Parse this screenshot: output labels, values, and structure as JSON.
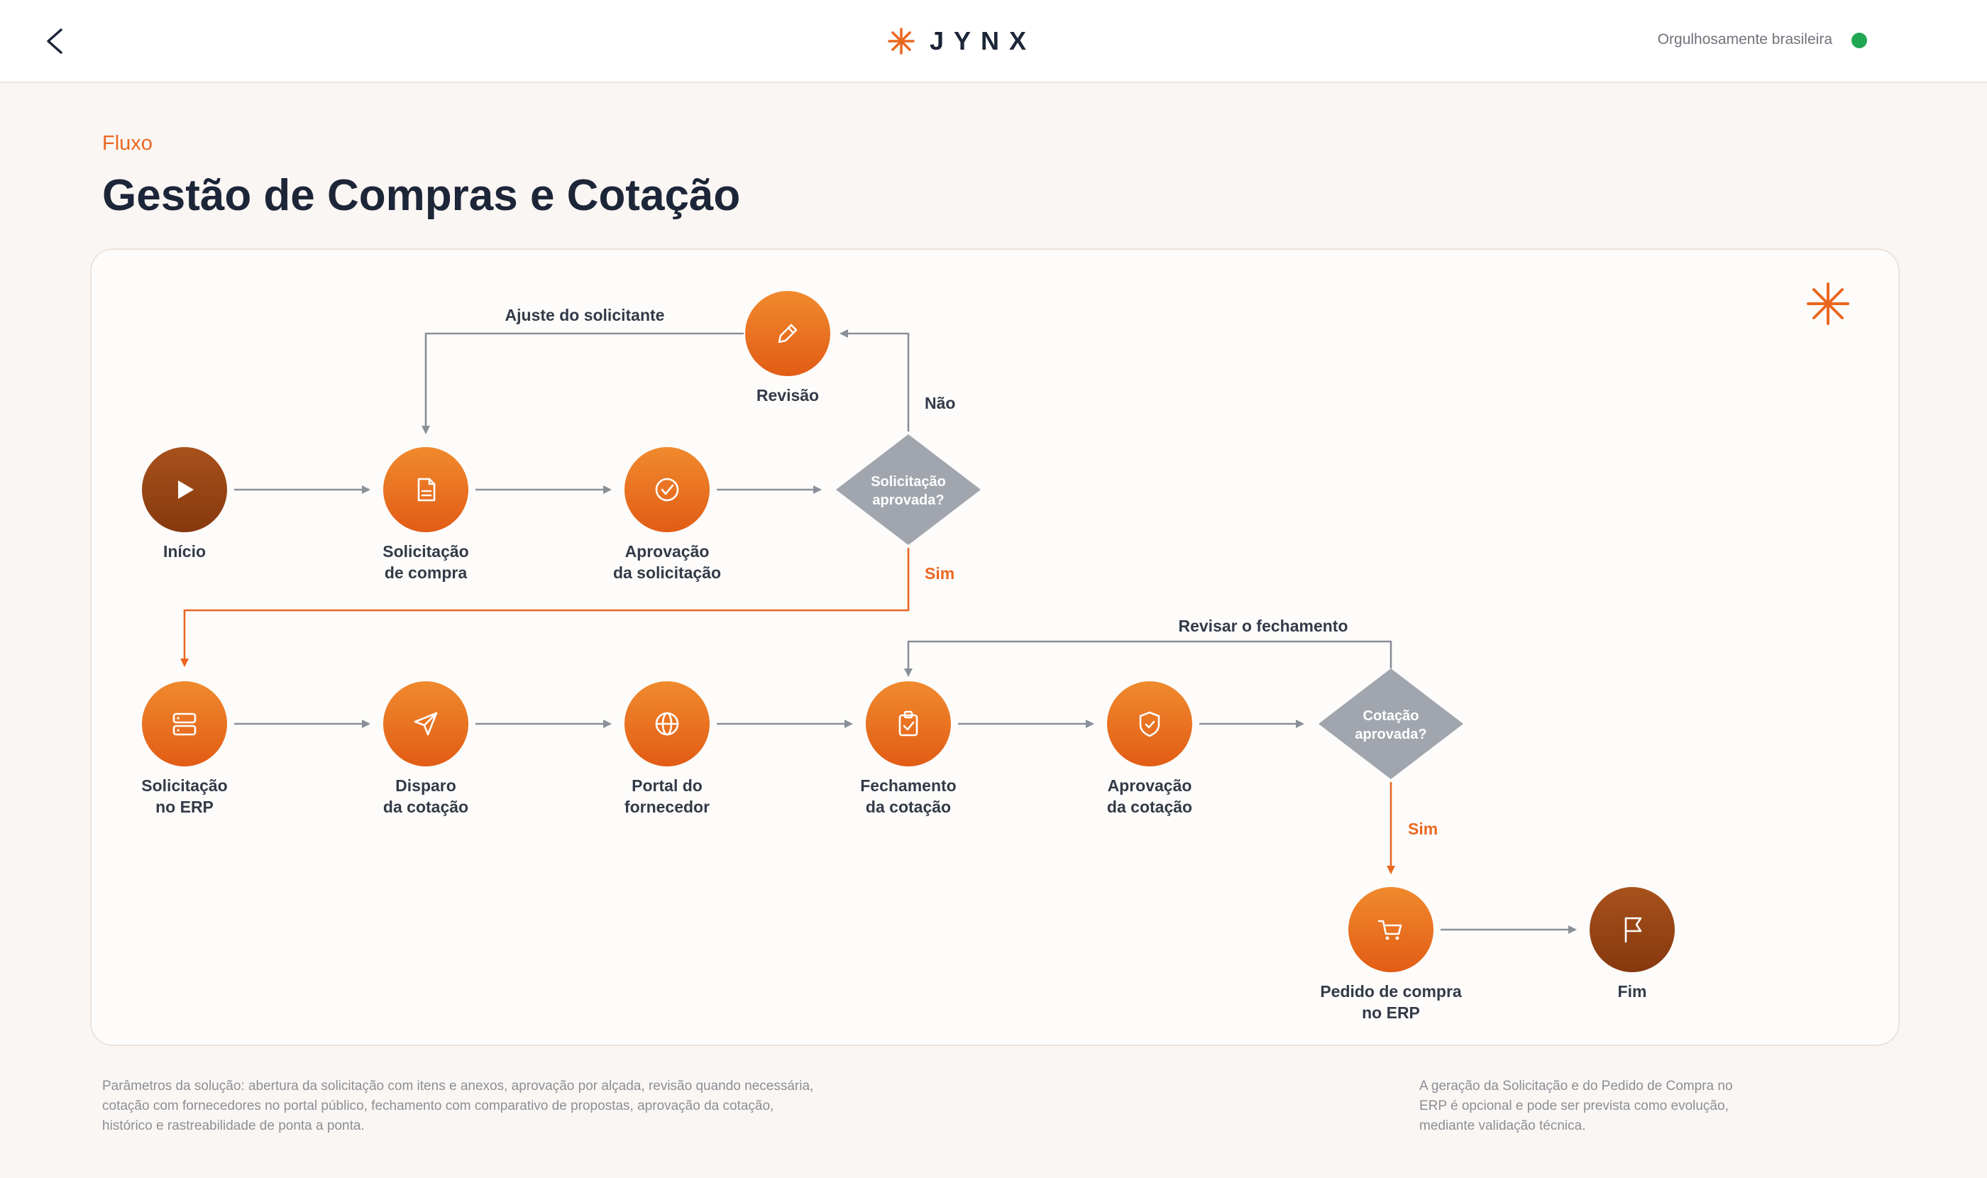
{
  "header": {
    "brand_name": "JYNX",
    "brand_icon": "asterisk-icon",
    "back_icon": "chevron-left-icon",
    "tagline": "Orgulhosamente brasileira",
    "status_color": "#21a651"
  },
  "page": {
    "eyebrow": "Fluxo",
    "title": "Gestão de Compras e Cotação"
  },
  "colors": {
    "accent": "#ea6720",
    "node_orange": "#ee7a24",
    "node_dark": "#9a4514",
    "decision": "#a1a5ad",
    "arrow": "#8a8f98"
  },
  "diagram": {
    "nodes": [
      {
        "id": "inicio",
        "kind": "start",
        "icon": "play-icon",
        "lines": [
          "Início"
        ]
      },
      {
        "id": "solicitacao",
        "kind": "process",
        "icon": "document-icon",
        "lines": [
          "Solicitação",
          "de compra"
        ]
      },
      {
        "id": "aprovacao_sol",
        "kind": "process",
        "icon": "check-circle-icon",
        "lines": [
          "Aprovação",
          "da solicitação"
        ]
      },
      {
        "id": "dec1",
        "kind": "decision",
        "lines": [
          "Solicitação",
          "aprovada?"
        ]
      },
      {
        "id": "revisao",
        "kind": "process",
        "icon": "pencil-icon",
        "lines": [
          "Revisão"
        ]
      },
      {
        "id": "erp",
        "kind": "process",
        "icon": "server-icon",
        "lines": [
          "Solicitação",
          "no ERP"
        ]
      },
      {
        "id": "disparo",
        "kind": "process",
        "icon": "send-icon",
        "lines": [
          "Disparo",
          "da cotação"
        ]
      },
      {
        "id": "portal",
        "kind": "process",
        "icon": "globe-icon",
        "lines": [
          "Portal do",
          "fornecedor"
        ]
      },
      {
        "id": "fechamento",
        "kind": "process",
        "icon": "clipboard-check-icon",
        "lines": [
          "Fechamento",
          "da cotação"
        ]
      },
      {
        "id": "aprovacao_cot",
        "kind": "process",
        "icon": "shield-check-icon",
        "lines": [
          "Aprovação",
          "da cotação"
        ]
      },
      {
        "id": "dec2",
        "kind": "decision",
        "lines": [
          "Cotação",
          "aprovada?"
        ]
      },
      {
        "id": "pedido",
        "kind": "process",
        "icon": "cart-icon",
        "lines": [
          "Pedido de compra",
          "no ERP"
        ]
      },
      {
        "id": "fim",
        "kind": "end",
        "icon": "flag-icon",
        "lines": [
          "Fim"
        ]
      }
    ],
    "edges": [
      {
        "from": "inicio",
        "to": "solicitacao",
        "label": ""
      },
      {
        "from": "solicitacao",
        "to": "aprovacao_sol",
        "label": ""
      },
      {
        "from": "aprovacao_sol",
        "to": "dec1",
        "label": ""
      },
      {
        "from": "dec1",
        "to": "revisao",
        "label": "Não"
      },
      {
        "from": "revisao",
        "to": "solicitacao",
        "label": "Ajuste do solicitante"
      },
      {
        "from": "dec1",
        "to": "erp",
        "label": "Sim"
      },
      {
        "from": "erp",
        "to": "disparo",
        "label": ""
      },
      {
        "from": "disparo",
        "to": "portal",
        "label": ""
      },
      {
        "from": "portal",
        "to": "fechamento",
        "label": ""
      },
      {
        "from": "fechamento",
        "to": "aprovacao_cot",
        "label": ""
      },
      {
        "from": "aprovacao_cot",
        "to": "dec2",
        "label": ""
      },
      {
        "from": "dec2",
        "to": "fechamento",
        "label": "Revisar o fechamento"
      },
      {
        "from": "dec2",
        "to": "pedido",
        "label": "Sim"
      },
      {
        "from": "pedido",
        "to": "fim",
        "label": ""
      }
    ]
  },
  "footer": {
    "left": "Parâmetros da solução: abertura da solicitação com itens e anexos, aprovação por alçada, revisão quando necessária, cotação com fornecedores no portal público, fechamento com comparativo de propostas, aprovação da cotação, histórico e rastreabilidade de ponta a ponta.",
    "right": "A geração da Solicitação e do Pedido de Compra no ERP é opcional e pode ser prevista como evolução, mediante validação técnica."
  }
}
